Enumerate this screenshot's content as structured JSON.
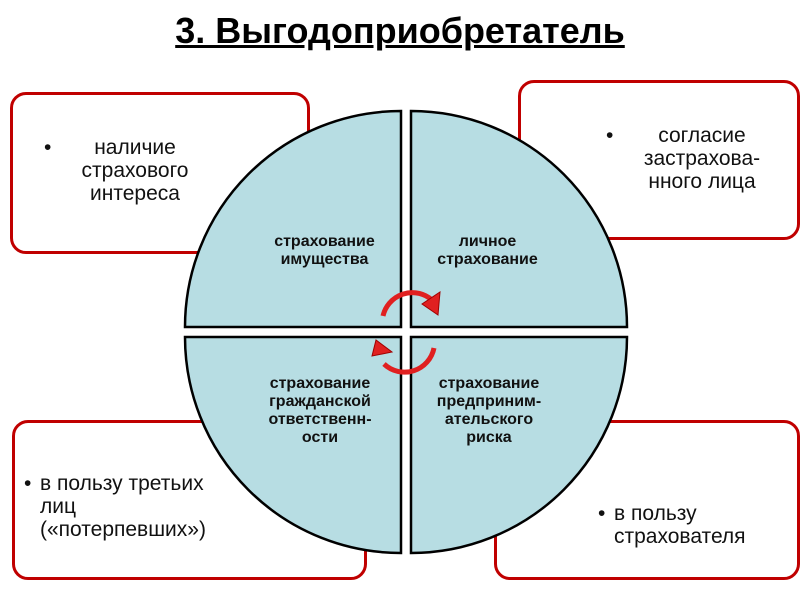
{
  "title": "3. Выгодоприобретатель",
  "colors": {
    "box_border": "#c00000",
    "quadrant_fill": "#b7dde3",
    "quadrant_stroke": "#000000",
    "arrow": "#e02020"
  },
  "outer_boxes": {
    "top_left": {
      "bullet": "•",
      "lines": [
        "наличие",
        "страхового",
        "интереса"
      ]
    },
    "top_right": {
      "bullet": "•",
      "lines": [
        "согласие",
        "застрахова-",
        "нного лица"
      ]
    },
    "bottom_left": {
      "bullet": "•",
      "lines": [
        "в пользу третьих",
        "лиц",
        "(«потерпевших»)"
      ]
    },
    "bottom_right": {
      "bullet": "•",
      "lines": [
        "в пользу",
        "страхователя"
      ]
    }
  },
  "quadrants": {
    "top_left": {
      "lines": [
        "страхование",
        "имущества"
      ]
    },
    "top_right": {
      "lines": [
        "личное",
        "страхование"
      ]
    },
    "bottom_left": {
      "lines": [
        "страхование",
        "гражданской",
        "ответственн-",
        "ости"
      ]
    },
    "bottom_right": {
      "lines": [
        "страхование",
        "предприним-",
        "ательского",
        "риска"
      ]
    }
  },
  "icons": {
    "cycle": "circular-arrows-icon"
  }
}
